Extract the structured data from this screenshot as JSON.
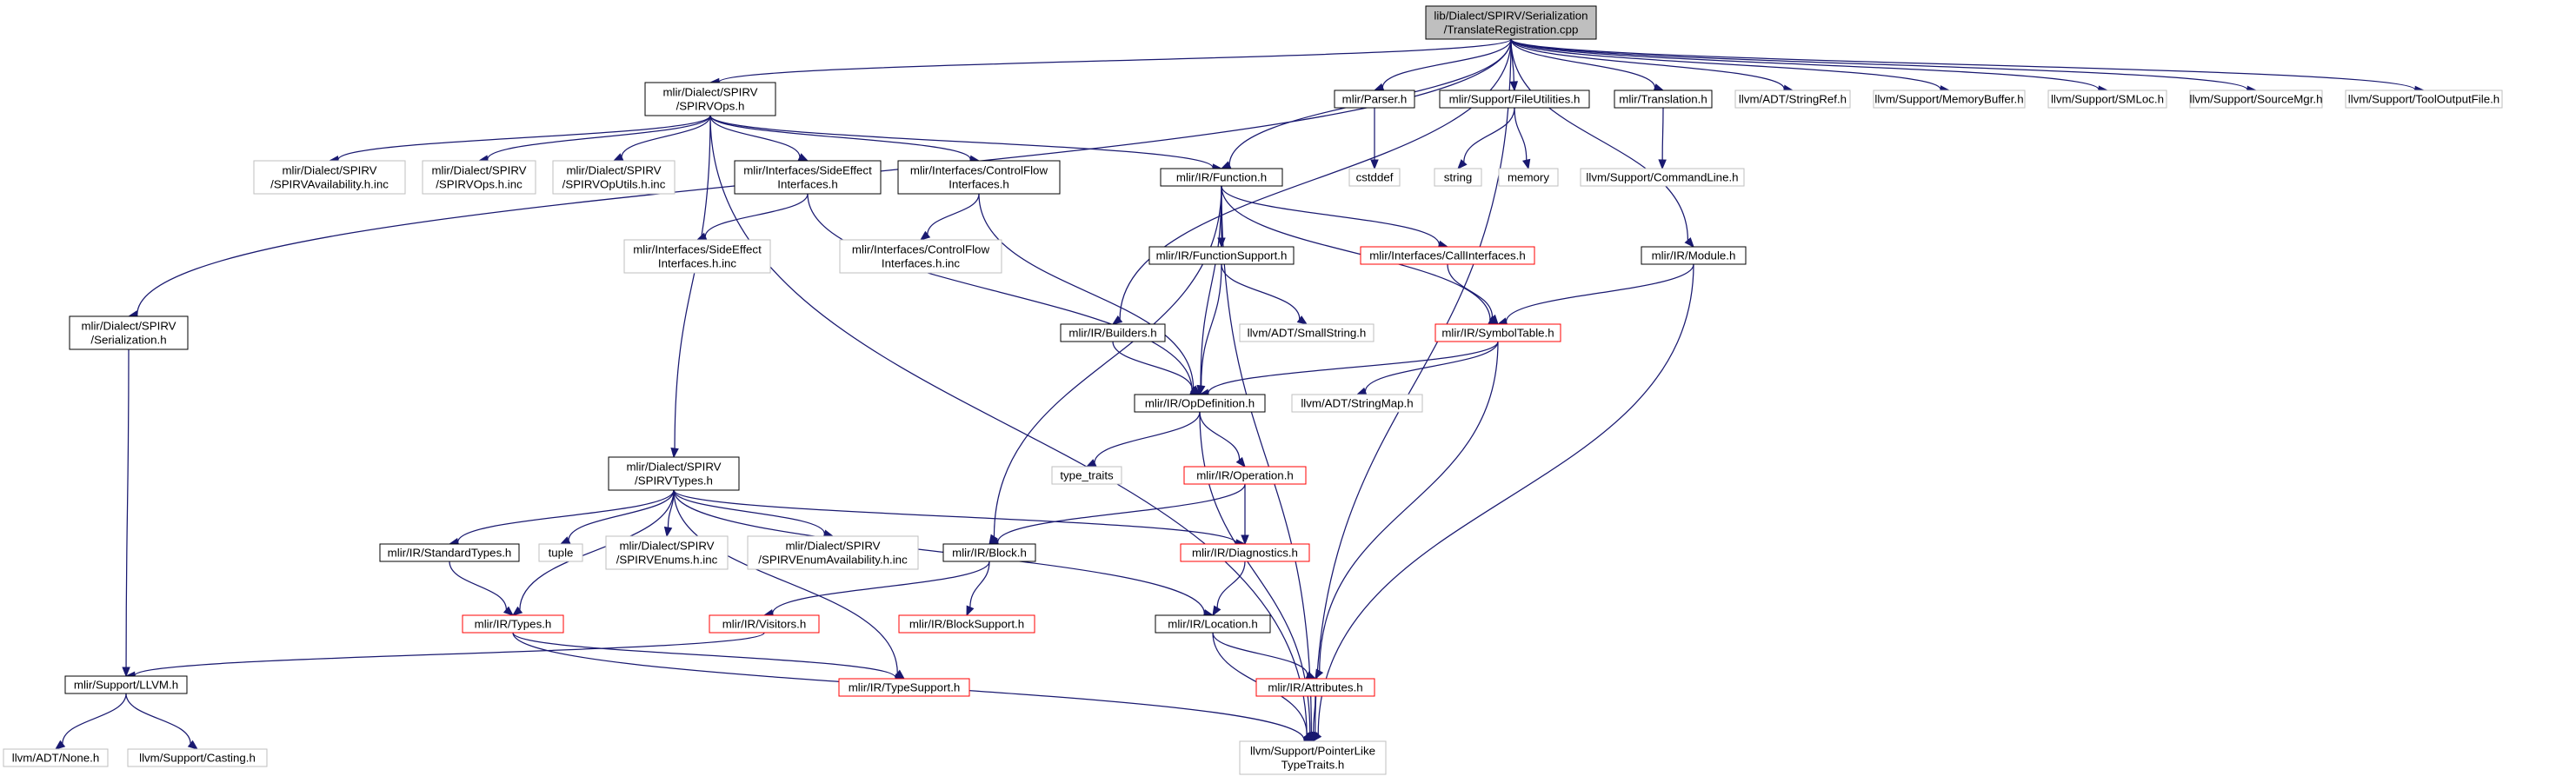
{
  "graph": {
    "nodes": [
      {
        "id": "root",
        "lines": [
          "lib/Dialect/SPIRV/Serialization",
          "/TranslateRegistration.cpp"
        ],
        "style": "root"
      },
      {
        "id": "spirvops",
        "lines": [
          "mlir/Dialect/SPIRV",
          "/SPIRVOps.h"
        ],
        "style": "normal"
      },
      {
        "id": "serialization",
        "lines": [
          "mlir/Dialect/SPIRV",
          "/Serialization.h"
        ],
        "style": "normal"
      },
      {
        "id": "parser",
        "lines": [
          "mlir/Parser.h"
        ],
        "style": "normal"
      },
      {
        "id": "fileutil",
        "lines": [
          "mlir/Support/FileUtilities.h"
        ],
        "style": "normal"
      },
      {
        "id": "translation",
        "lines": [
          "mlir/Translation.h"
        ],
        "style": "normal"
      },
      {
        "id": "stringref",
        "lines": [
          "llvm/ADT/StringRef.h"
        ],
        "style": "external"
      },
      {
        "id": "memorybuffer",
        "lines": [
          "llvm/Support/MemoryBuffer.h"
        ],
        "style": "external"
      },
      {
        "id": "smloc",
        "lines": [
          "llvm/Support/SMLoc.h"
        ],
        "style": "external"
      },
      {
        "id": "sourcemgr",
        "lines": [
          "llvm/Support/SourceMgr.h"
        ],
        "style": "external"
      },
      {
        "id": "tooloutput",
        "lines": [
          "llvm/Support/ToolOutputFile.h"
        ],
        "style": "external"
      },
      {
        "id": "spirvavail",
        "lines": [
          "mlir/Dialect/SPIRV",
          "/SPIRVAvailability.h.inc"
        ],
        "style": "external"
      },
      {
        "id": "spirvopsinc",
        "lines": [
          "mlir/Dialect/SPIRV",
          "/SPIRVOps.h.inc"
        ],
        "style": "external"
      },
      {
        "id": "spirvoputils",
        "lines": [
          "mlir/Dialect/SPIRV",
          "/SPIRVOpUtils.h.inc"
        ],
        "style": "external"
      },
      {
        "id": "sideeffect",
        "lines": [
          "mlir/Interfaces/SideEffect",
          "Interfaces.h"
        ],
        "style": "normal"
      },
      {
        "id": "controlflow",
        "lines": [
          "mlir/Interfaces/ControlFlow",
          "Interfaces.h"
        ],
        "style": "normal"
      },
      {
        "id": "function",
        "lines": [
          "mlir/IR/Function.h"
        ],
        "style": "normal"
      },
      {
        "id": "cstddef",
        "lines": [
          "cstddef"
        ],
        "style": "external"
      },
      {
        "id": "string",
        "lines": [
          "string"
        ],
        "style": "external"
      },
      {
        "id": "memory",
        "lines": [
          "memory"
        ],
        "style": "external"
      },
      {
        "id": "commandline",
        "lines": [
          "llvm/Support/CommandLine.h"
        ],
        "style": "external"
      },
      {
        "id": "sideeffectinc",
        "lines": [
          "mlir/Interfaces/SideEffect",
          "Interfaces.h.inc"
        ],
        "style": "external"
      },
      {
        "id": "controlflowinc",
        "lines": [
          "mlir/Interfaces/ControlFlow",
          "Interfaces.h.inc"
        ],
        "style": "external"
      },
      {
        "id": "funcsupport",
        "lines": [
          "mlir/IR/FunctionSupport.h"
        ],
        "style": "normal"
      },
      {
        "id": "callinterfaces",
        "lines": [
          "mlir/Interfaces/CallInterfaces.h"
        ],
        "style": "red"
      },
      {
        "id": "module",
        "lines": [
          "mlir/IR/Module.h"
        ],
        "style": "normal"
      },
      {
        "id": "builders",
        "lines": [
          "mlir/IR/Builders.h"
        ],
        "style": "normal"
      },
      {
        "id": "smallstring",
        "lines": [
          "llvm/ADT/SmallString.h"
        ],
        "style": "external"
      },
      {
        "id": "symboltable",
        "lines": [
          "mlir/IR/SymbolTable.h"
        ],
        "style": "red"
      },
      {
        "id": "opdefinition",
        "lines": [
          "mlir/IR/OpDefinition.h"
        ],
        "style": "normal"
      },
      {
        "id": "stringmap",
        "lines": [
          "llvm/ADT/StringMap.h"
        ],
        "style": "external"
      },
      {
        "id": "typetraits",
        "lines": [
          "type_traits"
        ],
        "style": "external"
      },
      {
        "id": "operation",
        "lines": [
          "mlir/IR/Operation.h"
        ],
        "style": "red"
      },
      {
        "id": "spirvtypes",
        "lines": [
          "mlir/Dialect/SPIRV",
          "/SPIRVTypes.h"
        ],
        "style": "normal"
      },
      {
        "id": "standardtypes",
        "lines": [
          "mlir/IR/StandardTypes.h"
        ],
        "style": "normal"
      },
      {
        "id": "tuple",
        "lines": [
          "tuple"
        ],
        "style": "external"
      },
      {
        "id": "spirvenums",
        "lines": [
          "mlir/Dialect/SPIRV",
          "/SPIRVEnums.h.inc"
        ],
        "style": "external"
      },
      {
        "id": "spirvenumavail",
        "lines": [
          "mlir/Dialect/SPIRV",
          "/SPIRVEnumAvailability.h.inc"
        ],
        "style": "external"
      },
      {
        "id": "block",
        "lines": [
          "mlir/IR/Block.h"
        ],
        "style": "normal"
      },
      {
        "id": "diagnostics",
        "lines": [
          "mlir/IR/Diagnostics.h"
        ],
        "style": "red"
      },
      {
        "id": "types",
        "lines": [
          "mlir/IR/Types.h"
        ],
        "style": "red"
      },
      {
        "id": "visitors",
        "lines": [
          "mlir/IR/Visitors.h"
        ],
        "style": "red"
      },
      {
        "id": "blocksupport",
        "lines": [
          "mlir/IR/BlockSupport.h"
        ],
        "style": "red"
      },
      {
        "id": "location",
        "lines": [
          "mlir/IR/Location.h"
        ],
        "style": "normal"
      },
      {
        "id": "llvmh",
        "lines": [
          "mlir/Support/LLVM.h"
        ],
        "style": "normal"
      },
      {
        "id": "typesupport",
        "lines": [
          "mlir/IR/TypeSupport.h"
        ],
        "style": "red"
      },
      {
        "id": "attributes",
        "lines": [
          "mlir/IR/Attributes.h"
        ],
        "style": "red"
      },
      {
        "id": "none",
        "lines": [
          "llvm/ADT/None.h"
        ],
        "style": "external"
      },
      {
        "id": "casting",
        "lines": [
          "llvm/Support/Casting.h"
        ],
        "style": "external"
      },
      {
        "id": "pointerlike",
        "lines": [
          "llvm/Support/PointerLike",
          "TypeTraits.h"
        ],
        "style": "external"
      }
    ],
    "edges": [
      [
        "root",
        "spirvops"
      ],
      [
        "root",
        "serialization"
      ],
      [
        "root",
        "parser"
      ],
      [
        "root",
        "fileutil"
      ],
      [
        "root",
        "translation"
      ],
      [
        "root",
        "stringref"
      ],
      [
        "root",
        "memorybuffer"
      ],
      [
        "root",
        "smloc"
      ],
      [
        "root",
        "sourcemgr"
      ],
      [
        "root",
        "tooloutput"
      ],
      [
        "root",
        "function"
      ],
      [
        "root",
        "builders"
      ],
      [
        "root",
        "module"
      ],
      [
        "root",
        "pointerlike"
      ],
      [
        "spirvops",
        "spirvavail"
      ],
      [
        "spirvops",
        "spirvopsinc"
      ],
      [
        "spirvops",
        "spirvoputils"
      ],
      [
        "spirvops",
        "sideeffect"
      ],
      [
        "spirvops",
        "controlflow"
      ],
      [
        "spirvops",
        "function"
      ],
      [
        "spirvops",
        "spirvtypes"
      ],
      [
        "spirvops",
        "pointerlike"
      ],
      [
        "serialization",
        "llvmh"
      ],
      [
        "parser",
        "cstddef"
      ],
      [
        "fileutil",
        "string"
      ],
      [
        "fileutil",
        "memory"
      ],
      [
        "translation",
        "commandline"
      ],
      [
        "sideeffect",
        "sideeffectinc"
      ],
      [
        "sideeffect",
        "opdefinition"
      ],
      [
        "controlflow",
        "controlflowinc"
      ],
      [
        "controlflow",
        "opdefinition"
      ],
      [
        "function",
        "funcsupport"
      ],
      [
        "function",
        "callinterfaces"
      ],
      [
        "function",
        "symboltable"
      ],
      [
        "function",
        "opdefinition"
      ],
      [
        "function",
        "block"
      ],
      [
        "function",
        "pointerlike"
      ],
      [
        "funcsupport",
        "opdefinition"
      ],
      [
        "funcsupport",
        "smallstring"
      ],
      [
        "callinterfaces",
        "symboltable"
      ],
      [
        "module",
        "symboltable"
      ],
      [
        "module",
        "pointerlike"
      ],
      [
        "builders",
        "opdefinition"
      ],
      [
        "symboltable",
        "opdefinition"
      ],
      [
        "symboltable",
        "stringmap"
      ],
      [
        "symboltable",
        "attributes"
      ],
      [
        "opdefinition",
        "typetraits"
      ],
      [
        "opdefinition",
        "operation"
      ],
      [
        "opdefinition",
        "pointerlike"
      ],
      [
        "operation",
        "block"
      ],
      [
        "operation",
        "diagnostics"
      ],
      [
        "spirvtypes",
        "standardtypes"
      ],
      [
        "spirvtypes",
        "tuple"
      ],
      [
        "spirvtypes",
        "spirvenums"
      ],
      [
        "spirvtypes",
        "spirvenumavail"
      ],
      [
        "spirvtypes",
        "types"
      ],
      [
        "spirvtypes",
        "diagnostics"
      ],
      [
        "spirvtypes",
        "location"
      ],
      [
        "spirvtypes",
        "typesupport"
      ],
      [
        "standardtypes",
        "types"
      ],
      [
        "block",
        "visitors"
      ],
      [
        "block",
        "blocksupport"
      ],
      [
        "diagnostics",
        "location"
      ],
      [
        "types",
        "typesupport"
      ],
      [
        "types",
        "pointerlike"
      ],
      [
        "visitors",
        "llvmh"
      ],
      [
        "location",
        "attributes"
      ],
      [
        "location",
        "pointerlike"
      ],
      [
        "attributes",
        "pointerlike"
      ],
      [
        "llvmh",
        "none"
      ],
      [
        "llvmh",
        "casting"
      ]
    ]
  },
  "colors": {
    "edge": "#191970",
    "root_fill": "#bfbfbf",
    "normal_border": "#000000",
    "external_border": "#bfbfbf",
    "red_border": "#ff0000",
    "text": "#000000"
  }
}
